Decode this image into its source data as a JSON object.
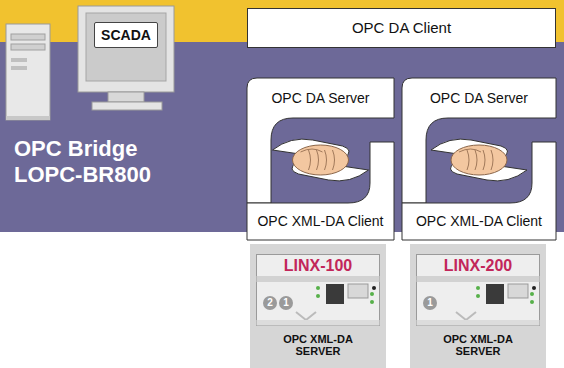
{
  "diagram": {
    "nodes": [
      {
        "text": [
          "SCADA"
        ]
      },
      {
        "text": [
          "OPC DA Client"
        ]
      },
      {
        "text": [
          "OPC DA Server"
        ]
      },
      {
        "text": [
          "OPC XML-DA Client"
        ]
      },
      {
        "text": [
          "OPC DA Server"
        ]
      },
      {
        "text": [
          "OPC XML-DA Client"
        ]
      },
      {
        "text": [
          "OPC XML-DA SERVER"
        ]
      },
      {
        "text": [
          "LINX-100"
        ],
        "in": 6
      },
      {
        "text": [
          "OPC XML-DA SERVER"
        ]
      },
      {
        "text": [
          "LINX-200"
        ],
        "in": 8
      }
    ],
    "labels": [
      "OPC Bridge LOPC-BR800",
      "2",
      "1",
      "1"
    ]
  }
}
